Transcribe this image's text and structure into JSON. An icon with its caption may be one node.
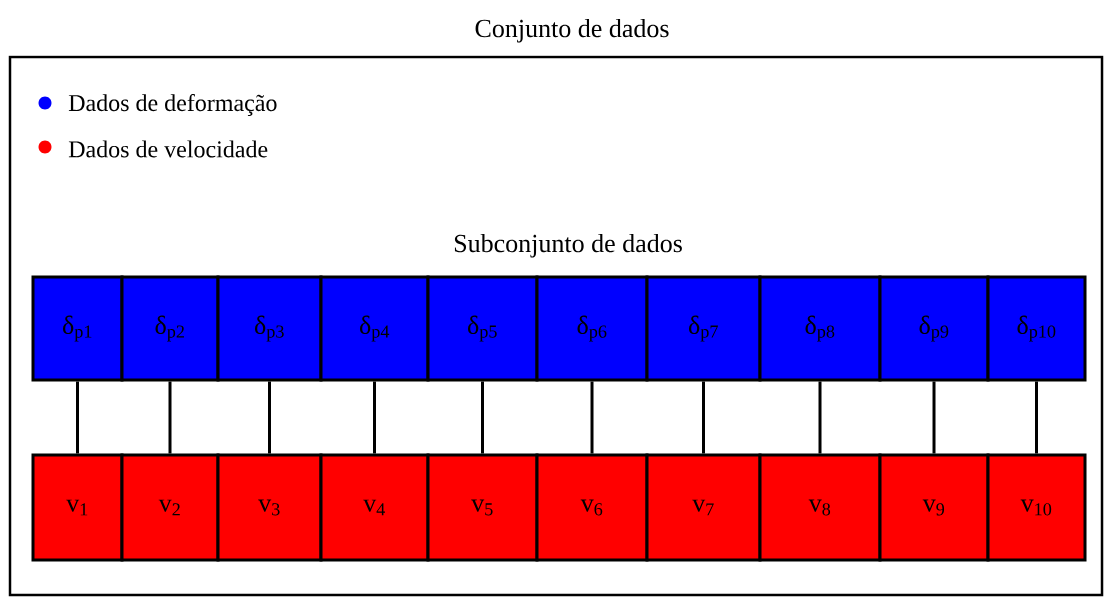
{
  "diagram": {
    "nodes": [
      {
        "text": [
          "Conjunto de dados"
        ]
      },
      {
        "text": [
          "δ$_{p1}$"
        ],
        "in": 0
      },
      {
        "text": [
          "δ$_{p2}$"
        ],
        "in": 0
      },
      {
        "text": [
          "δ$_{p3}$"
        ],
        "in": 0
      },
      {
        "text": [
          "δ$_{p4}$"
        ],
        "in": 0
      },
      {
        "text": [
          "δ$_{p5}$"
        ],
        "in": 0
      },
      {
        "text": [
          "δ$_{p6}$"
        ],
        "in": 0
      },
      {
        "text": [
          "δ$_{p7}$"
        ],
        "in": 0
      },
      {
        "text": [
          "δ$_{p8}$"
        ],
        "in": 0
      },
      {
        "text": [
          "δ$_{p9}$"
        ],
        "in": 0
      },
      {
        "text": [
          "δ$_{p10}$"
        ],
        "in": 0
      },
      {
        "text": [
          "v$_{1}$"
        ],
        "in": 0
      },
      {
        "text": [
          "v$_{2}$"
        ],
        "in": 0
      },
      {
        "text": [
          "v$_{3}$"
        ],
        "in": 0
      },
      {
        "text": [
          "v$_{4}$"
        ],
        "in": 0
      },
      {
        "text": [
          "v$_{5}$"
        ],
        "in": 0
      },
      {
        "text": [
          "v$_{6}$"
        ],
        "in": 0
      },
      {
        "text": [
          "v$_{7}$"
        ],
        "in": 0
      },
      {
        "text": [
          "v$_{8}$"
        ],
        "in": 0
      },
      {
        "text": [
          "v$_{9}$"
        ],
        "in": 0
      },
      {
        "text": [
          "v$_{10}$"
        ],
        "in": 0
      }
    ],
    "edges": [
      {
        "from": 1,
        "to": 11,
        "arrow": "none"
      },
      {
        "from": 2,
        "to": 12,
        "arrow": "none"
      },
      {
        "from": 3,
        "to": 13,
        "arrow": "none"
      },
      {
        "from": 4,
        "to": 14,
        "arrow": "none"
      },
      {
        "from": 5,
        "to": 15,
        "arrow": "none"
      },
      {
        "from": 6,
        "to": 16,
        "arrow": "none"
      },
      {
        "from": 7,
        "to": 17,
        "arrow": "none"
      },
      {
        "from": 8,
        "to": 18,
        "arrow": "none"
      },
      {
        "from": 9,
        "to": 19,
        "arrow": "none"
      },
      {
        "from": 10,
        "to": 20,
        "arrow": "none"
      }
    ],
    "labels": [
      "Subconjunto de dados"
    ],
    "legend": [
      {
        "text": "Dados de deformação",
        "color": "#0000ff"
      },
      {
        "text": "Dados de velocidade",
        "color": "#ff0000"
      }
    ]
  }
}
